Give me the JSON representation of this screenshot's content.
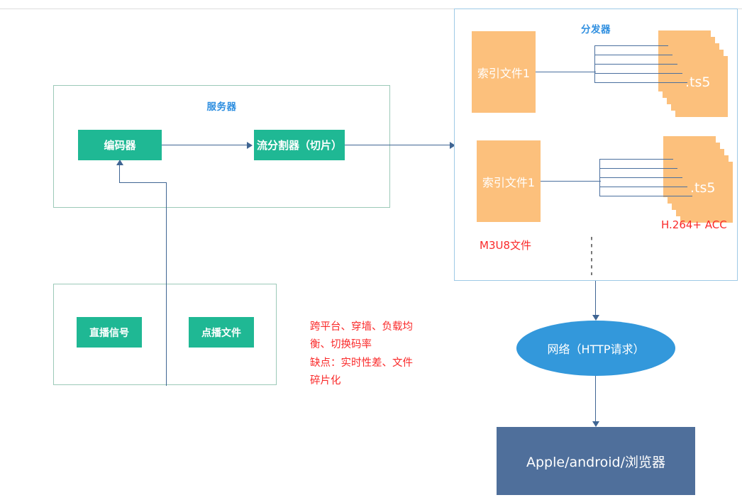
{
  "diagram": {
    "title_hidden": "",
    "server_group": {
      "title": "服务器",
      "encoder_label": "编码器",
      "slicer_label": "流分割器（切片）"
    },
    "source_group": {
      "live_label": "直播信号",
      "vod_label": "点播文件"
    },
    "notes": {
      "advantages": "跨平台、穿墙、负载均衡、切换码率",
      "disadvantages": "缺点：实时性差、文件碎片化"
    },
    "distributor_group": {
      "title": "分发器",
      "row1": {
        "index_label": "索引文件1",
        "segment_label": ".ts5"
      },
      "row2": {
        "index_label": "索引文件1",
        "segment_label": ".ts5"
      },
      "m3u8_label": "M3U8文件",
      "codec_label": "H.264+ ACC",
      "ellipsis": "⋮"
    },
    "network_label": "网络（HTTP请求）",
    "client_label": "Apple/android/浏览器",
    "colors": {
      "green": "#1fb894",
      "orange": "#fcc07c",
      "blue": "#3398db",
      "slate": "#4f6f9b",
      "red": "#fa2a2a",
      "arrow": "#3f6593",
      "title_blue": "#2f8fe0"
    }
  }
}
